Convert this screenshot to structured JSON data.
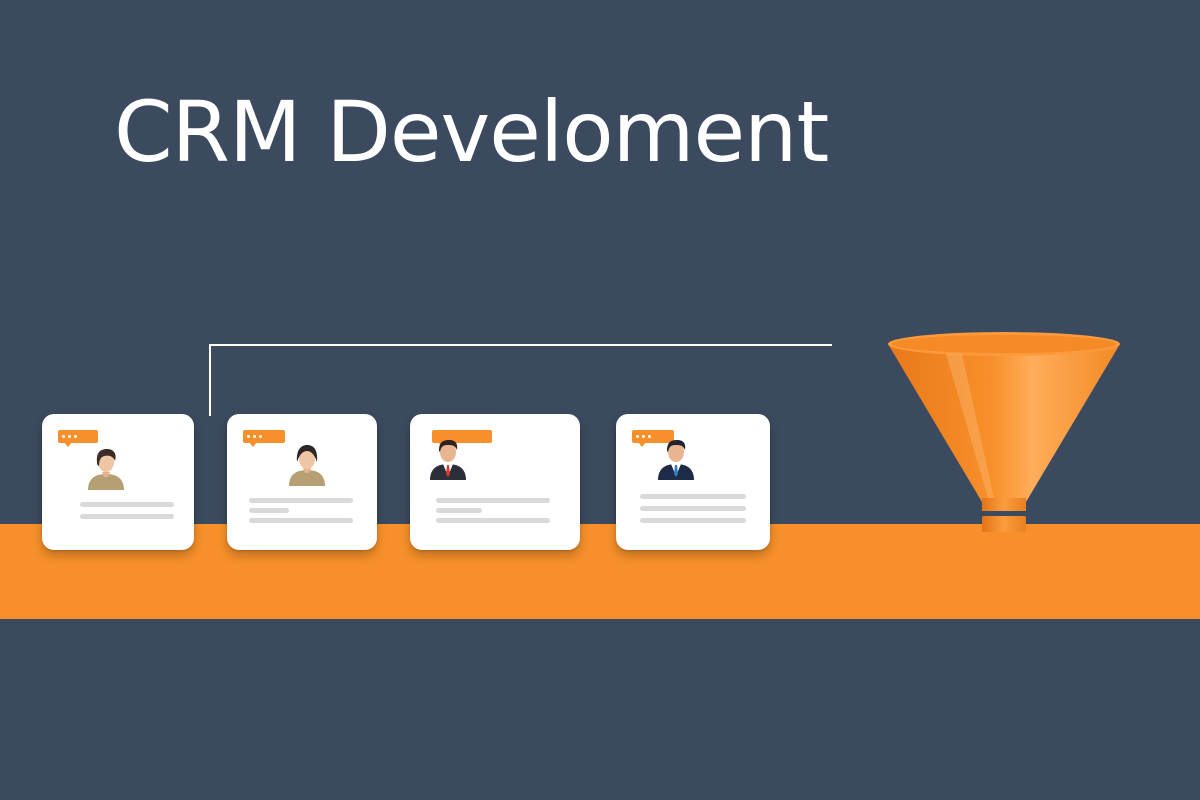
{
  "title": "CRM Develoment",
  "colors": {
    "background": "#3b4a5e",
    "accent_orange": "#f7902a",
    "card_white": "#ffffff",
    "placeholder_gray": "#d9d9d9",
    "connector": "#ffffff"
  },
  "cards": [
    {
      "avatar": "woman-avatar-icon",
      "tag": "speech-bubble-icon",
      "placeholder_lines": 2
    },
    {
      "avatar": "woman-avatar-icon",
      "tag": "speech-bubble-icon",
      "placeholder_lines": 3
    },
    {
      "avatar": "businessman-avatar-icon",
      "tag": "speech-bubble-icon",
      "placeholder_lines": 3
    },
    {
      "avatar": "businessman-avatar-icon",
      "tag": "speech-bubble-icon",
      "placeholder_lines": 3
    }
  ],
  "funnel": {
    "icon": "sales-funnel-icon"
  }
}
